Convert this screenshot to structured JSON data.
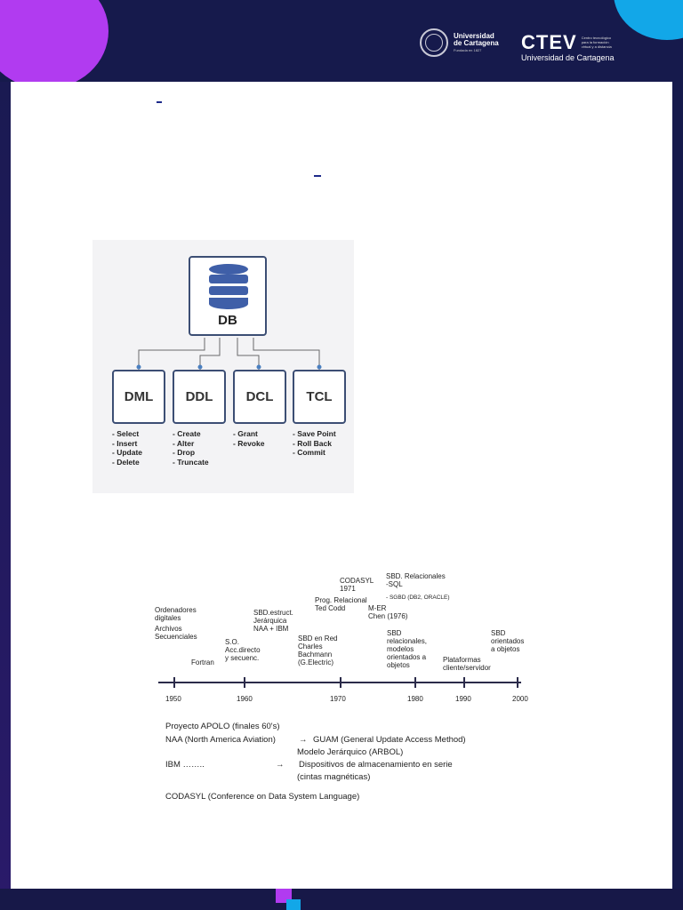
{
  "header": {
    "university_name_line1": "Universidad",
    "university_name_line2": "de Cartagena",
    "university_founded": "Fundada en 1827",
    "ctev_logo": "CTEV",
    "ctev_tagline": "Centro tecnológico para la formación virtual y a distancia",
    "ctev_subtitle": "Universidad de Cartagena"
  },
  "db_diagram": {
    "root_label": "DB",
    "root_icon": "database-icon",
    "categories": [
      {
        "name": "DML",
        "items": [
          "Select",
          "Insert",
          "Update",
          "Delete"
        ]
      },
      {
        "name": "DDL",
        "items": [
          "Create",
          "Alter",
          "Drop",
          "Truncate"
        ]
      },
      {
        "name": "DCL",
        "items": [
          "Grant",
          "Revoke"
        ]
      },
      {
        "name": "TCL",
        "items": [
          "Save Point",
          "Roll Back",
          "Commit"
        ]
      }
    ]
  },
  "timeline": {
    "ticks": [
      "1950",
      "1960",
      "1970",
      "1980",
      "1990",
      "2000"
    ],
    "annotations": {
      "ordenadores_1": "Ordenadores",
      "ordenadores_2": "digitales",
      "archivos_1": "Archivos",
      "archivos_2": "Secuenciales",
      "fortran": "Fortran",
      "so_1": "S.O.",
      "so_2": "Acc.directo",
      "so_3": "y secuenc.",
      "sbd_estruct_1": "SBD.estruct.",
      "sbd_estruct_2": "Jerárquica",
      "sbd_estruct_3": "NAA + IBM",
      "sbd_red_1": "SBD en Red",
      "sbd_red_2": "Charles",
      "sbd_red_3": "Bachmann",
      "sbd_red_4": "(G.Electric)",
      "prog_rel_1": "Prog. Relacional",
      "prog_rel_2": "Ted Codd",
      "codasyl_1": "CODASYL",
      "codasyl_2": "1971",
      "sbd_rel_top_1": "SBD. Relacionales",
      "sbd_rel_top_2": "-SQL",
      "sgbd": "- SGBD (DB2, ORACLE)",
      "mer_1": "M-ER",
      "mer_2": "Chen (1976)",
      "sbd_rel_1": "SBD",
      "sbd_rel_2": "relacionales,",
      "sbd_rel_3": "modelos",
      "sbd_rel_4": "orientados a",
      "sbd_rel_5": "objetos",
      "plataformas_1": "Plataformas",
      "plataformas_2": "cliente/servidor",
      "sbd_obj_1": "SBD",
      "sbd_obj_2": "orientados",
      "sbd_obj_3": "a objetos"
    },
    "notes": {
      "apolo": "Proyecto APOLO (finales 60's)",
      "naa": "NAA (North America Aviation)",
      "guam": "GUAM (General Update Access Method)",
      "modelo": "Modelo Jerárquico (ARBOL)",
      "ibm": "IBM ……..",
      "dispositivos": "Dispositivos de almacenamiento en serie",
      "cintas": "(cintas magnéticas)",
      "codasyl": "CODASYL (Conference on Data System Language)",
      "arrow": "→"
    }
  }
}
